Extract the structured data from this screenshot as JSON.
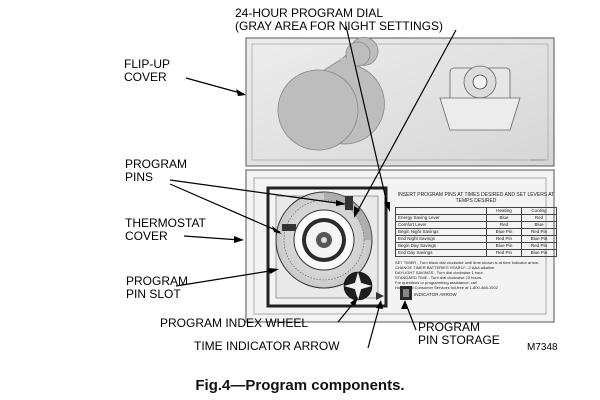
{
  "labels": {
    "dial": [
      "24-HOUR PROGRAM DIAL",
      "(GRAY AREA FOR NIGHT SETTINGS)"
    ],
    "cover": [
      "FLIP-UP",
      "COVER"
    ],
    "pins": [
      "PROGRAM",
      "PINS"
    ],
    "tcover": [
      "THERMOSTAT",
      "COVER"
    ],
    "slot": [
      "PROGRAM",
      "PIN SLOT"
    ],
    "wheel": "PROGRAM INDEX WHEEL",
    "arrow": "TIME INDICATOR ARROW",
    "storage": [
      "PROGRAM",
      "PIN STORAGE"
    ]
  },
  "figure_code": "M7348",
  "caption": "Fig.4—Program components.",
  "instruction_table": {
    "heading": "INSERT PROGRAM PINS AT TIMES DESIRED AND SET LEVERS AT TEMPS DESIRED",
    "columns": [
      "",
      "Heating",
      "Cooling"
    ],
    "rows": [
      [
        "Energy Saving Lever",
        "Blue",
        "Red"
      ],
      [
        "Comfort Lever",
        "Red",
        "Blue"
      ],
      [
        "Begin Night Savings",
        "Blue Pin",
        "Red Pin"
      ],
      [
        "End Night Savings",
        "Red Pin",
        "Blue Pin"
      ],
      [
        "Begin Day Savings",
        "Blue Pin",
        "Red Pin"
      ],
      [
        "End Day Savings",
        "Red Pin",
        "Blue Pin"
      ]
    ],
    "notes": [
      "SET TIMER - Turn black dial clockwise until time shown is at time indicator arrow.",
      "CHANGE TIMER BATTERIES YEARLY - 2 AAA alkaline.",
      "DAYLIGHT SAVINGS - Turn dial clockwise 1 hour.",
      "STANDARD TIME - Turn dial clockwise 23 hours.",
      "For questions or programming assistance, call",
      "Honeywell Consumer Services toll-free at 1-800-468-1502"
    ],
    "storage_tag": "INDICATOR ARROW"
  }
}
